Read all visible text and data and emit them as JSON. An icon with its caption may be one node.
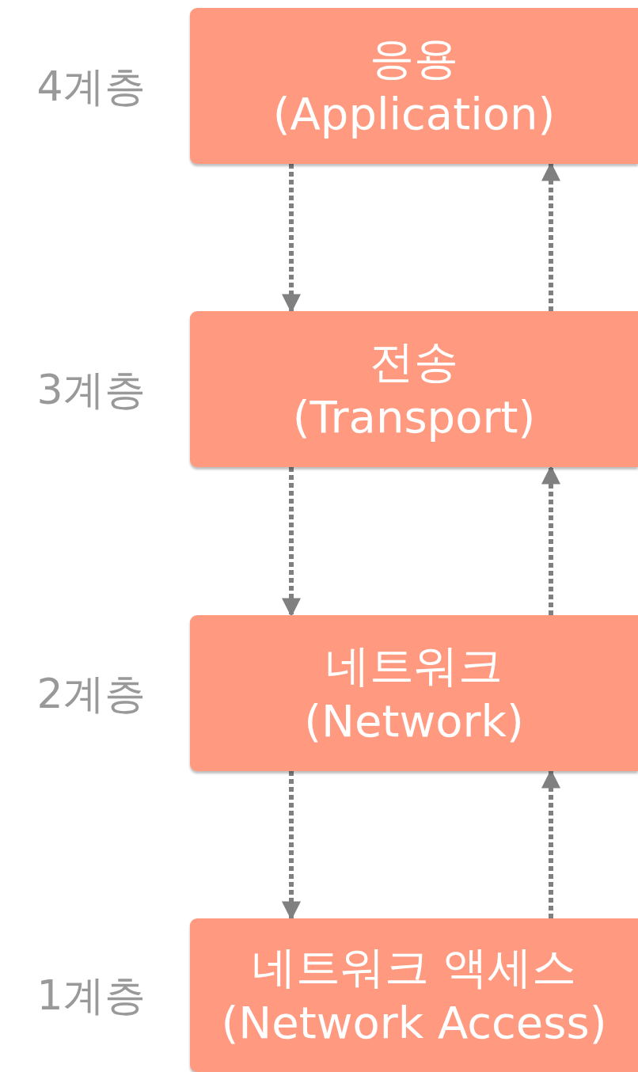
{
  "diagram": {
    "nodes": [
      {
        "text": [
          "응용",
          "(Application)"
        ],
        "beside": [
          "4계층"
        ]
      },
      {
        "text": [
          "전송",
          "(Transport)"
        ],
        "beside": [
          "3계층"
        ]
      },
      {
        "text": [
          "네트워크",
          "(Network)"
        ],
        "beside": [
          "2계층"
        ]
      },
      {
        "text": [
          "네트워크 액세스",
          "(Network Access)"
        ],
        "beside": [
          "1계층"
        ]
      }
    ],
    "edges": [
      {
        "from": 0,
        "to": 1,
        "arrow": "to",
        "style": "dashed"
      },
      {
        "from": 1,
        "to": 0,
        "arrow": "to",
        "style": "dashed"
      },
      {
        "from": 1,
        "to": 2,
        "arrow": "to",
        "style": "dashed"
      },
      {
        "from": 2,
        "to": 1,
        "arrow": "to",
        "style": "dashed"
      },
      {
        "from": 2,
        "to": 3,
        "arrow": "to",
        "style": "dashed"
      },
      {
        "from": 3,
        "to": 2,
        "arrow": "to",
        "style": "dashed"
      }
    ]
  }
}
